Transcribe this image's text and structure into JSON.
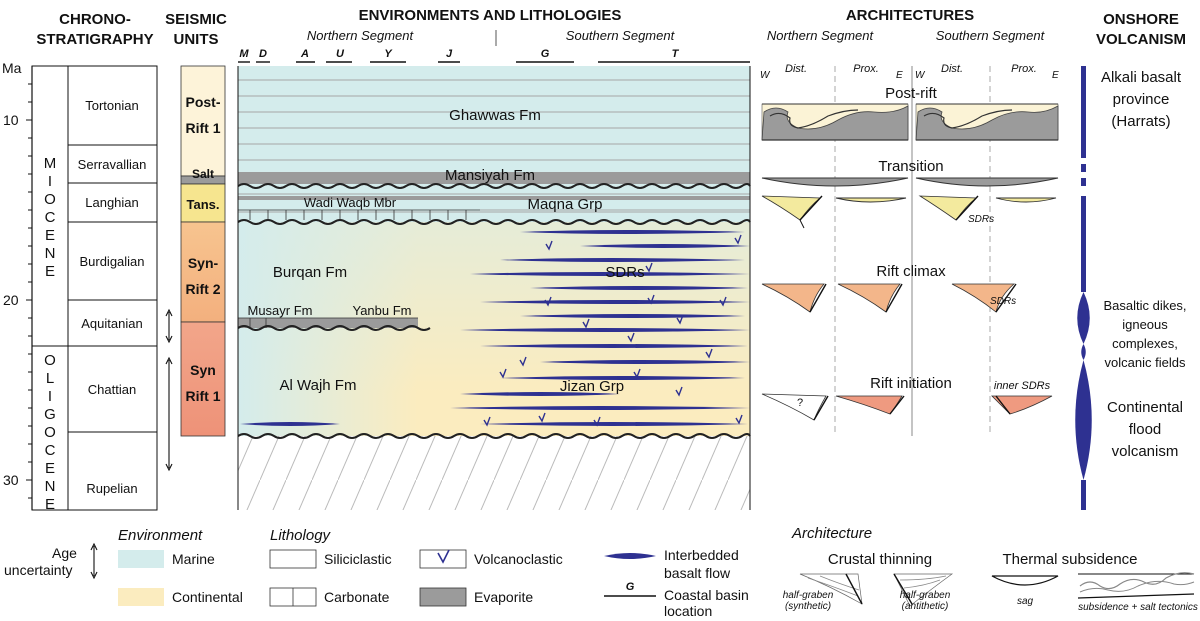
{
  "headers": {
    "chrono": [
      "CHRONO-",
      "STRATIGRAPHY"
    ],
    "seismic": [
      "SEISMIC",
      "UNITS"
    ],
    "env": "ENVIRONMENTS AND LITHOLOGIES",
    "arch": "ARCHITECTURES",
    "volc": [
      "ONSHORE",
      "VOLCANISM"
    ]
  },
  "segments": {
    "northern": "Northern Segment",
    "southern": "Southern Segment",
    "arch_northern": "Northern Segment",
    "arch_southern": "Southern Segment"
  },
  "coastal_locations": [
    "M",
    "D",
    "A",
    "U",
    "Y",
    "J",
    "G",
    "T"
  ],
  "age_axis": {
    "unit": "Ma",
    "ticks": [
      "10",
      "20",
      "30"
    ]
  },
  "epochs": [
    "MIOCENE",
    "OLIGOCENE"
  ],
  "stages": [
    "Tortonian",
    "Serravallian",
    "Langhian",
    "Burdigalian",
    "Aquitanian",
    "Chattian",
    "Rupelian"
  ],
  "seismic_units": {
    "post_rift": [
      "Post-",
      "Rift 1"
    ],
    "salt": "Salt",
    "trans": "Tans.",
    "syn_rift2": [
      "Syn-",
      "Rift 2"
    ],
    "syn_rift1": [
      "Syn",
      "Rift 1"
    ]
  },
  "formations": {
    "ghawwas": "Ghawwas Fm",
    "mansiyah": "Mansiyah Fm",
    "wadi": "Wadi Waqb Mbr",
    "maqna": "Maqna Grp",
    "burqan": "Burqan Fm",
    "sdrs": "SDRs",
    "musayr": "Musayr Fm",
    "yanbu": "Yanbu Fm",
    "alwajh": "Al Wajh Fm",
    "jizan": "Jizan Grp"
  },
  "architectures": {
    "dist": "Dist.",
    "prox": "Prox.",
    "w": "W",
    "e": "E",
    "post_rift": "Post-rift",
    "transition": "Transition",
    "rift_climax": "Rift climax",
    "rift_initiation": "Rift initiation",
    "sdrs_label": "SDRs",
    "inner_sdrs": "inner SDRs",
    "question": "?"
  },
  "volcanism": {
    "alkali": [
      "Alkali basalt",
      "province",
      "(Harrats)"
    ],
    "dikes": [
      "Basaltic dikes,",
      "igneous",
      "complexes,",
      "volcanic fields"
    ],
    "flood": [
      "Continental",
      "flood",
      "volcanism"
    ]
  },
  "legend": {
    "age_uncertainty": [
      "Age",
      "uncertainty"
    ],
    "environment_title": "Environment",
    "marine": "Marine",
    "continental": "Continental",
    "lithology_title": "Lithology",
    "siliciclastic": "Siliciclastic",
    "carbonate": "Carbonate",
    "volcanoclastic": "Volcanoclastic",
    "evaporite": "Evaporite",
    "interbedded": [
      "Interbedded",
      "basalt flow"
    ],
    "coastal": [
      "Coastal basin",
      "location"
    ],
    "coastal_symbol": "G",
    "architecture_title": "Architecture",
    "crustal_thinning": "Crustal thinning",
    "thermal_subsidence": "Thermal subsidence",
    "half_graben_syn": [
      "half-graben",
      "(synthetic)"
    ],
    "half_graben_anti": [
      "half-graben",
      "(antithetic)"
    ],
    "sag": "sag",
    "subsidence_salt": "subsidence + salt tectonics"
  },
  "colors": {
    "marine": "#d4ecec",
    "continental": "#fbecbf",
    "evaporite": "#9b9b9b",
    "basalt": "#2e3191",
    "post_rift_unit": "#fdf3d9",
    "trans_unit": "#f6e58f",
    "syn_rift2_unit": "#f7c48f",
    "syn_rift1_unit": "#ef9a80",
    "rift_fill_orange": "#f3b68a",
    "rift_fill_yellow": "#f3ea9e"
  }
}
